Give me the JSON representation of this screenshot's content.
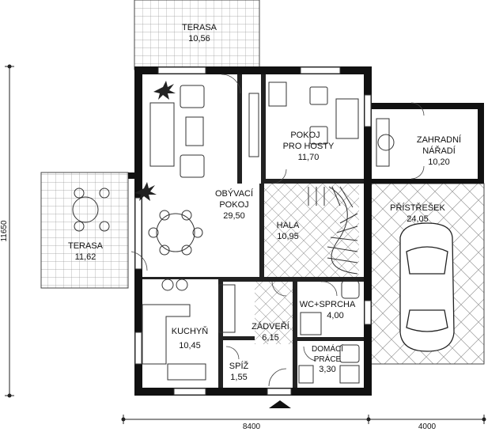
{
  "rooms": {
    "terasa_top": {
      "name": "TERASA",
      "area": "10,56"
    },
    "terasa_left": {
      "name": "TERASA",
      "area": "11,62"
    },
    "obyvaci": {
      "name1": "OBÝVACÍ",
      "name2": "POKOJ",
      "area": "29,50"
    },
    "pokoj_hosty": {
      "name1": "POKOJ",
      "name2": "PRO HOSTY",
      "area": "11,70"
    },
    "naradi": {
      "name1": "ZAHRADNÍ",
      "name2": "NÁŘADÍ",
      "area": "10,20"
    },
    "hala": {
      "name": "HALA",
      "area": "10,95"
    },
    "pristresek": {
      "name": "PŘÍSTŘEŠEK",
      "area": "24,05"
    },
    "wc": {
      "name": "WC+SPRCHA",
      "area": "4,00"
    },
    "kuchyn": {
      "name": "KUCHYŇ",
      "area": "10,45"
    },
    "zadveri": {
      "name": "ZÁDVEŘÍ",
      "area": "6,15"
    },
    "pradelna": {
      "name1": "DOMÁCÍ",
      "name2": "PRÁCE",
      "area": "3,30"
    },
    "spiz": {
      "name": "SPÍŽ",
      "area": "1,55"
    }
  },
  "dimensions": {
    "height": "11650",
    "width_house": "8400",
    "width_carport": "4000"
  },
  "colors": {
    "wall": "#111111",
    "hatch": "#9a9a9a",
    "line": "#222222"
  },
  "icons": [
    "entrance-arrow-icon",
    "plant-icon",
    "car-icon"
  ]
}
